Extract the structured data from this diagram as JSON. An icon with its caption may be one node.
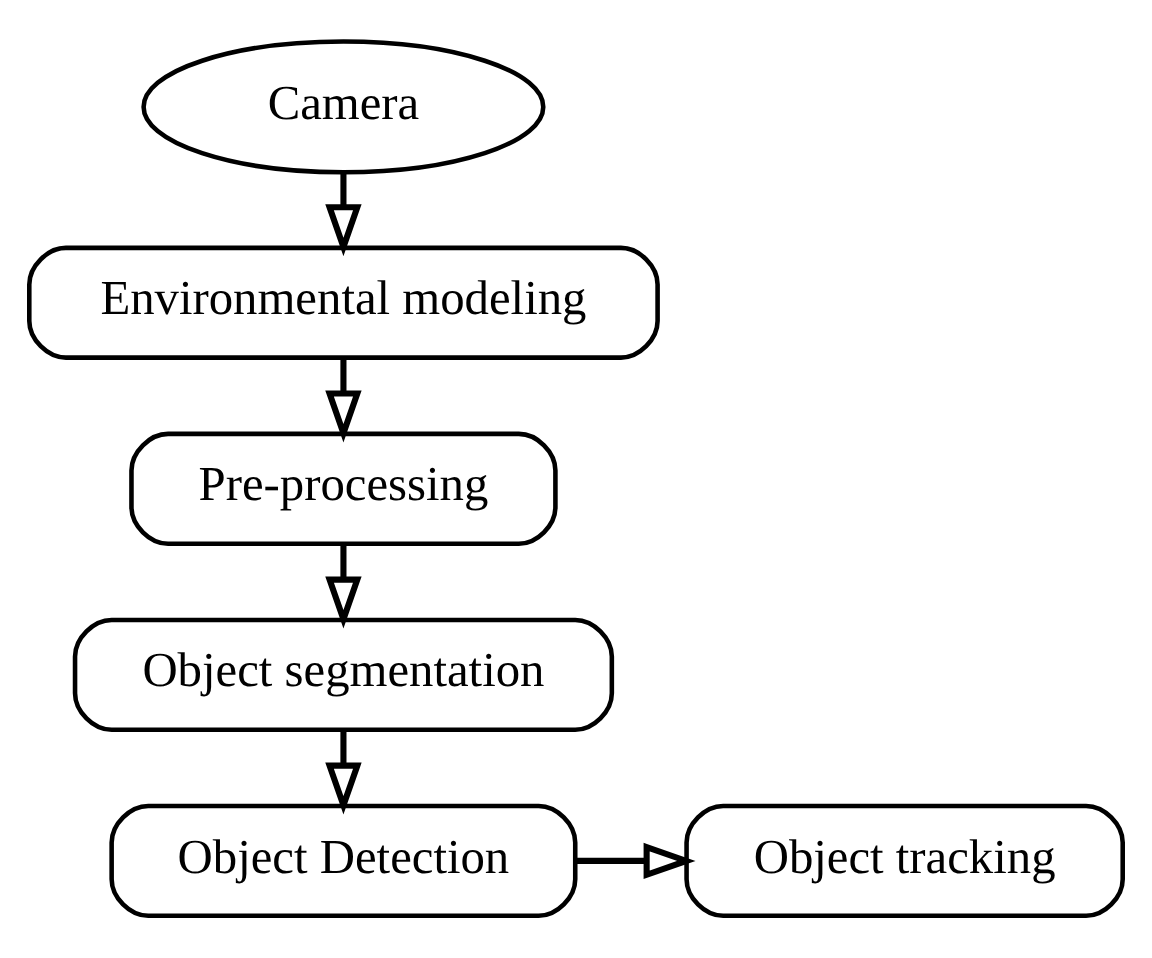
{
  "diagram": {
    "nodes": [
      {
        "text": [
          "Camera"
        ]
      },
      {
        "text": [
          "Environmental modeling"
        ]
      },
      {
        "text": [
          "Pre-processing"
        ]
      },
      {
        "text": [
          "Object segmentation"
        ]
      },
      {
        "text": [
          "Object Detection"
        ]
      },
      {
        "text": [
          "Object tracking"
        ]
      }
    ],
    "edges": [
      {
        "from": 0,
        "to": 1,
        "arrow": "to"
      },
      {
        "from": 1,
        "to": 2,
        "arrow": "to"
      },
      {
        "from": 2,
        "to": 3,
        "arrow": "to"
      },
      {
        "from": 3,
        "to": 4,
        "arrow": "to"
      },
      {
        "from": 4,
        "to": 5,
        "arrow": "to"
      }
    ]
  }
}
